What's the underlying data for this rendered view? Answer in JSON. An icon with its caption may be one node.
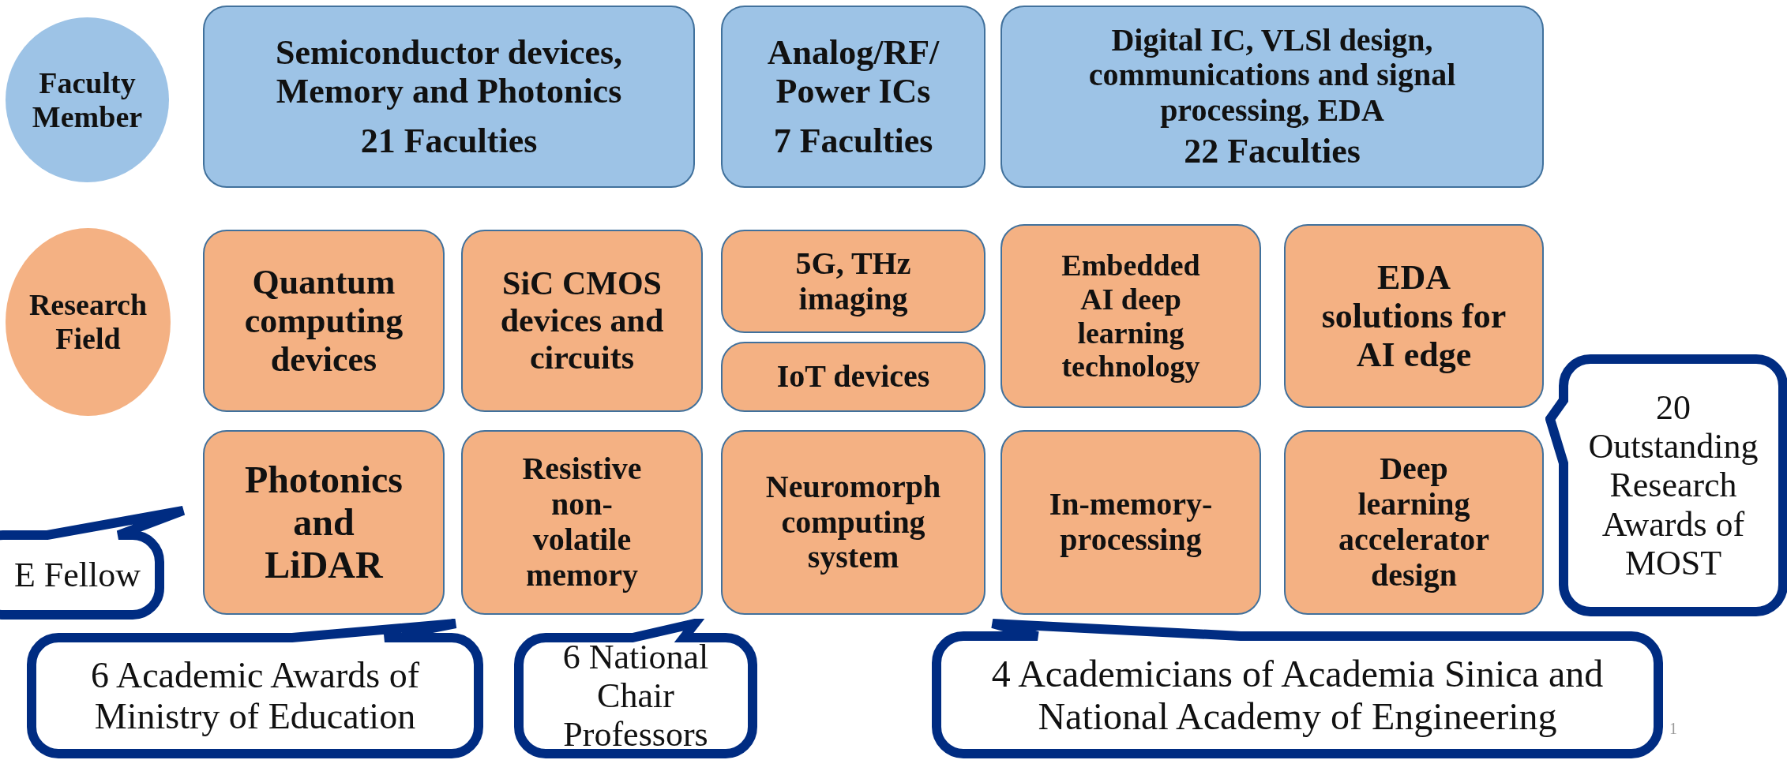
{
  "diagram": {
    "nodes": [
      {
        "text": [
          "Faculty Member"
        ]
      },
      {
        "text": [
          "Semiconductor devices, Memory and Photonics",
          "21 Faculties"
        ]
      },
      {
        "text": [
          "Analog/RF/ Power ICs",
          "7 Faculties"
        ]
      },
      {
        "text": [
          "Digital IC, VLSl design, communications and signal processing, EDA",
          "22 Faculties"
        ]
      },
      {
        "text": [
          "Research Field"
        ]
      },
      {
        "text": [
          "Quantum computing devices"
        ]
      },
      {
        "text": [
          "SiC CMOS devices and circuits"
        ]
      },
      {
        "text": [
          "5G, THz imaging"
        ]
      },
      {
        "text": [
          "IoT devices"
        ]
      },
      {
        "text": [
          "Embedded AI deep learning technology"
        ]
      },
      {
        "text": [
          "EDA solutions for AI edge"
        ]
      },
      {
        "text": [
          "Photonics and LiDAR"
        ]
      },
      {
        "text": [
          "Resistive non-volatile memory"
        ]
      },
      {
        "text": [
          "Neuromorph computing system"
        ]
      },
      {
        "text": [
          "In-memory-processing"
        ]
      },
      {
        "text": [
          "Deep learning accelerator design"
        ]
      },
      {
        "text": [
          "E Fellow"
        ]
      },
      {
        "text": [
          "6 Academic Awards of Ministry of Education"
        ]
      },
      {
        "text": [
          "6 National Chair Professors"
        ]
      },
      {
        "text": [
          "4 Academicians of Academia Sinica and National Academy of Engineering"
        ]
      },
      {
        "text": [
          "20 Outstanding Research Awards of MOST"
        ]
      }
    ],
    "labels": [
      "1"
    ]
  }
}
